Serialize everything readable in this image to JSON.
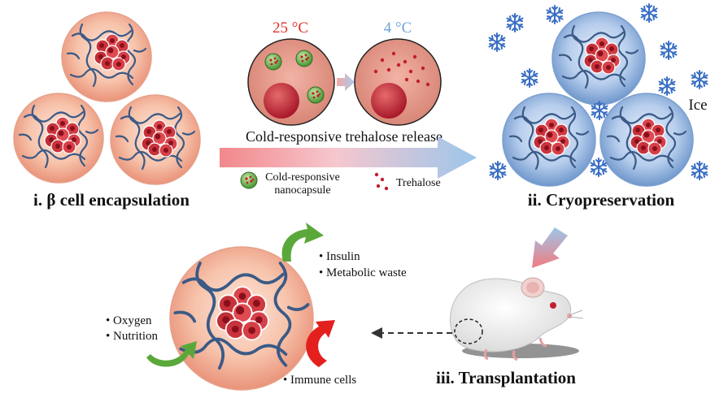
{
  "stages": {
    "encapsulation": "i. β cell encapsulation",
    "cryopreservation": "ii. Cryopreservation",
    "transplantation": "iii. Transplantation"
  },
  "release": {
    "temp_high": "25 °C",
    "temp_low": "4 °C",
    "caption": "Cold-responsive trehalose release",
    "legend_nanocapsule_line1": "Cold-responsive",
    "legend_nanocapsule_line2": "nanocapsule",
    "legend_trehalose": "Trehalose"
  },
  "cryo": {
    "ice_label": "Ice"
  },
  "exchange": {
    "out_1": "• Insulin",
    "out_2": "• Metabolic waste",
    "in_1": "• Oxygen",
    "in_2": "• Nutrition",
    "blocked": "• Immune cells"
  },
  "colors": {
    "capsule_warm": "#f0a88a",
    "capsule_cold": "#7ea6d6",
    "hot_temp": "#e0312b",
    "cold_temp": "#6fa3d8",
    "green_arrow": "#5aa83a",
    "red_arrow": "#e3201e",
    "network": "#3b5a86",
    "cell": "#c8323a"
  }
}
